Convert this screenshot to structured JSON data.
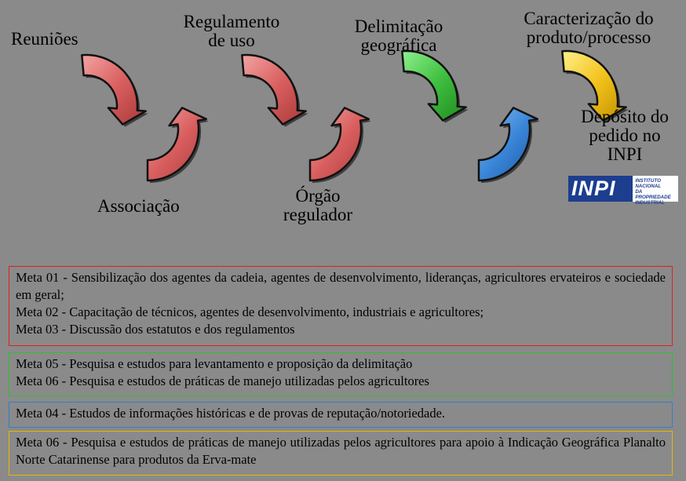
{
  "steps": {
    "reunioes": "Reuniões",
    "associacao": "Associação",
    "regulamento_1": "Regulamento",
    "regulamento_2": "de uso",
    "orgao_1": "Órgão",
    "orgao_2": "regulador",
    "delimitacao_1": "Delimitação",
    "delimitacao_2": "geográfica",
    "caracterizacao_1": "Caracterização do",
    "caracterizacao_2": "produto/processo",
    "deposito_1": "Depósito do",
    "deposito_2": "pedido no",
    "deposito_3": "INPI"
  },
  "logo": {
    "mark": "INPI",
    "line1": "INSTITUTO",
    "line2": "NACIONAL",
    "line3": "DA PROPRIEDADE",
    "line4": "INDUSTRIAL"
  },
  "colors": {
    "background": "#8a8a8a",
    "red": "#d95f5f",
    "green": "#3fbf3f",
    "blue": "#3a86d8",
    "yellow": "#f2c21b"
  },
  "goals": {
    "red": [
      "Meta 01 - Sensibilização dos agentes da cadeia, agentes de desenvolvimento, lideranças, agricultores ervateiros e sociedade em geral;",
      "Meta 02 - Capacitação de técnicos, agentes de desenvolvimento, industriais e agricultores;",
      "Meta 03 - Discussão dos estatutos e dos regulamentos"
    ],
    "green": [
      "Meta 05 - Pesquisa e estudos para levantamento e proposição da delimitação",
      "Meta 06 - Pesquisa e estudos de práticas de manejo utilizadas pelos agricultores"
    ],
    "blue": [
      "Meta 04 - Estudos de informações históricas e de provas de reputação/notoriedade."
    ],
    "yellow": [
      "Meta 06 - Pesquisa e estudos de práticas de manejo utilizadas pelos agricultores para apoio à Indicação Geográfica Planalto Norte Catarinense para produtos da Erva-mate"
    ]
  }
}
